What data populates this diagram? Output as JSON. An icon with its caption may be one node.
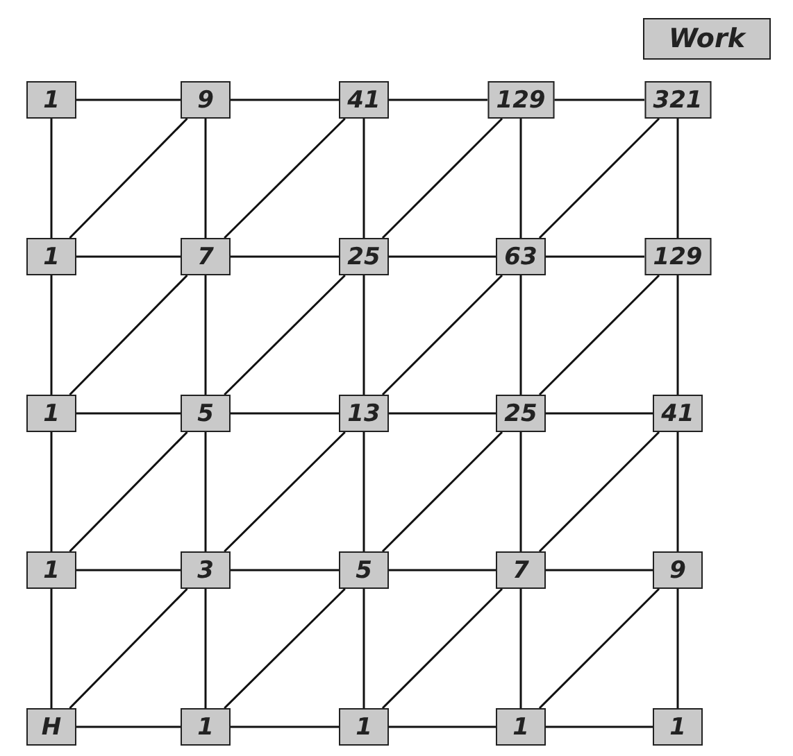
{
  "diagram": {
    "nodes": [
      {
        "text": [
          "Work"
        ]
      },
      {
        "text": [
          "1"
        ]
      },
      {
        "text": [
          "9"
        ]
      },
      {
        "text": [
          "41"
        ]
      },
      {
        "text": [
          "129"
        ]
      },
      {
        "text": [
          "321"
        ]
      },
      {
        "text": [
          "1"
        ]
      },
      {
        "text": [
          "7"
        ]
      },
      {
        "text": [
          "25"
        ]
      },
      {
        "text": [
          "63"
        ]
      },
      {
        "text": [
          "129"
        ]
      },
      {
        "text": [
          "1"
        ]
      },
      {
        "text": [
          "5"
        ]
      },
      {
        "text": [
          "13"
        ]
      },
      {
        "text": [
          "25"
        ]
      },
      {
        "text": [
          "41"
        ]
      },
      {
        "text": [
          "1"
        ]
      },
      {
        "text": [
          "3"
        ]
      },
      {
        "text": [
          "5"
        ]
      },
      {
        "text": [
          "7"
        ]
      },
      {
        "text": [
          "9"
        ]
      },
      {
        "text": [
          "H"
        ]
      },
      {
        "text": [
          "1"
        ]
      },
      {
        "text": [
          "1"
        ]
      },
      {
        "text": [
          "1"
        ]
      },
      {
        "text": [
          "1"
        ]
      }
    ],
    "edges": [
      {
        "from": 1,
        "to": 2,
        "arrow": "none"
      },
      {
        "from": 2,
        "to": 3,
        "arrow": "none"
      },
      {
        "from": 3,
        "to": 4,
        "arrow": "none"
      },
      {
        "from": 4,
        "to": 5,
        "arrow": "none"
      },
      {
        "from": 6,
        "to": 7,
        "arrow": "none"
      },
      {
        "from": 7,
        "to": 8,
        "arrow": "none"
      },
      {
        "from": 8,
        "to": 9,
        "arrow": "none"
      },
      {
        "from": 9,
        "to": 10,
        "arrow": "none"
      },
      {
        "from": 11,
        "to": 12,
        "arrow": "none"
      },
      {
        "from": 12,
        "to": 13,
        "arrow": "none"
      },
      {
        "from": 13,
        "to": 14,
        "arrow": "none"
      },
      {
        "from": 14,
        "to": 15,
        "arrow": "none"
      },
      {
        "from": 16,
        "to": 17,
        "arrow": "none"
      },
      {
        "from": 17,
        "to": 18,
        "arrow": "none"
      },
      {
        "from": 18,
        "to": 19,
        "arrow": "none"
      },
      {
        "from": 19,
        "to": 20,
        "arrow": "none"
      },
      {
        "from": 21,
        "to": 22,
        "arrow": "none"
      },
      {
        "from": 22,
        "to": 23,
        "arrow": "none"
      },
      {
        "from": 23,
        "to": 24,
        "arrow": "none"
      },
      {
        "from": 24,
        "to": 25,
        "arrow": "none"
      },
      {
        "from": 1,
        "to": 6,
        "arrow": "none"
      },
      {
        "from": 6,
        "to": 11,
        "arrow": "none"
      },
      {
        "from": 11,
        "to": 16,
        "arrow": "none"
      },
      {
        "from": 16,
        "to": 21,
        "arrow": "none"
      },
      {
        "from": 2,
        "to": 7,
        "arrow": "none"
      },
      {
        "from": 7,
        "to": 12,
        "arrow": "none"
      },
      {
        "from": 12,
        "to": 17,
        "arrow": "none"
      },
      {
        "from": 17,
        "to": 22,
        "arrow": "none"
      },
      {
        "from": 3,
        "to": 8,
        "arrow": "none"
      },
      {
        "from": 8,
        "to": 13,
        "arrow": "none"
      },
      {
        "from": 13,
        "to": 18,
        "arrow": "none"
      },
      {
        "from": 18,
        "to": 23,
        "arrow": "none"
      },
      {
        "from": 4,
        "to": 9,
        "arrow": "none"
      },
      {
        "from": 9,
        "to": 14,
        "arrow": "none"
      },
      {
        "from": 14,
        "to": 19,
        "arrow": "none"
      },
      {
        "from": 19,
        "to": 24,
        "arrow": "none"
      },
      {
        "from": 5,
        "to": 10,
        "arrow": "none"
      },
      {
        "from": 10,
        "to": 15,
        "arrow": "none"
      },
      {
        "from": 15,
        "to": 20,
        "arrow": "none"
      },
      {
        "from": 20,
        "to": 25,
        "arrow": "none"
      },
      {
        "from": 6,
        "to": 2,
        "arrow": "none"
      },
      {
        "from": 7,
        "to": 3,
        "arrow": "none"
      },
      {
        "from": 8,
        "to": 4,
        "arrow": "none"
      },
      {
        "from": 9,
        "to": 5,
        "arrow": "none"
      },
      {
        "from": 11,
        "to": 7,
        "arrow": "none"
      },
      {
        "from": 12,
        "to": 8,
        "arrow": "none"
      },
      {
        "from": 13,
        "to": 9,
        "arrow": "none"
      },
      {
        "from": 14,
        "to": 10,
        "arrow": "none"
      },
      {
        "from": 16,
        "to": 12,
        "arrow": "none"
      },
      {
        "from": 17,
        "to": 13,
        "arrow": "none"
      },
      {
        "from": 18,
        "to": 14,
        "arrow": "none"
      },
      {
        "from": 19,
        "to": 15,
        "arrow": "none"
      },
      {
        "from": 21,
        "to": 17,
        "arrow": "none"
      },
      {
        "from": 22,
        "to": 18,
        "arrow": "none"
      },
      {
        "from": 23,
        "to": 19,
        "arrow": "none"
      },
      {
        "from": 24,
        "to": 20,
        "arrow": "none"
      }
    ]
  }
}
